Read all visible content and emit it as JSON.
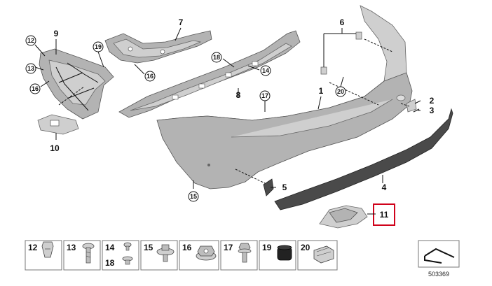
{
  "callouts": {
    "c1": "1",
    "c2": "2",
    "c3": "3",
    "c4": "4",
    "c5": "5",
    "c6": "6",
    "c7": "7",
    "c8": "8",
    "c9": "9",
    "c10": "10",
    "c11": "11",
    "c12": "12",
    "c13": "13",
    "c14": "14",
    "c15": "15",
    "c16a": "16",
    "c16b": "16",
    "c17": "17",
    "c18": "18",
    "c19": "19",
    "c20": "20"
  },
  "legend": [
    {
      "label": "12",
      "icon": "clip-nut-icon"
    },
    {
      "label": "13",
      "icon": "screw-icon"
    },
    {
      "label": "14",
      "label2": "18",
      "icon": "expanding-rivet-icon"
    },
    {
      "label": "15",
      "icon": "collar-screw-icon"
    },
    {
      "label": "16",
      "icon": "hex-nut-icon"
    },
    {
      "label": "17",
      "icon": "hex-bolt-icon"
    },
    {
      "label": "19",
      "icon": "rubber-buffer-icon"
    },
    {
      "label": "20",
      "icon": "clip-icon"
    }
  ],
  "doc_number": "503369",
  "highlight_color": "#d0021b",
  "highlighted_part": "11"
}
